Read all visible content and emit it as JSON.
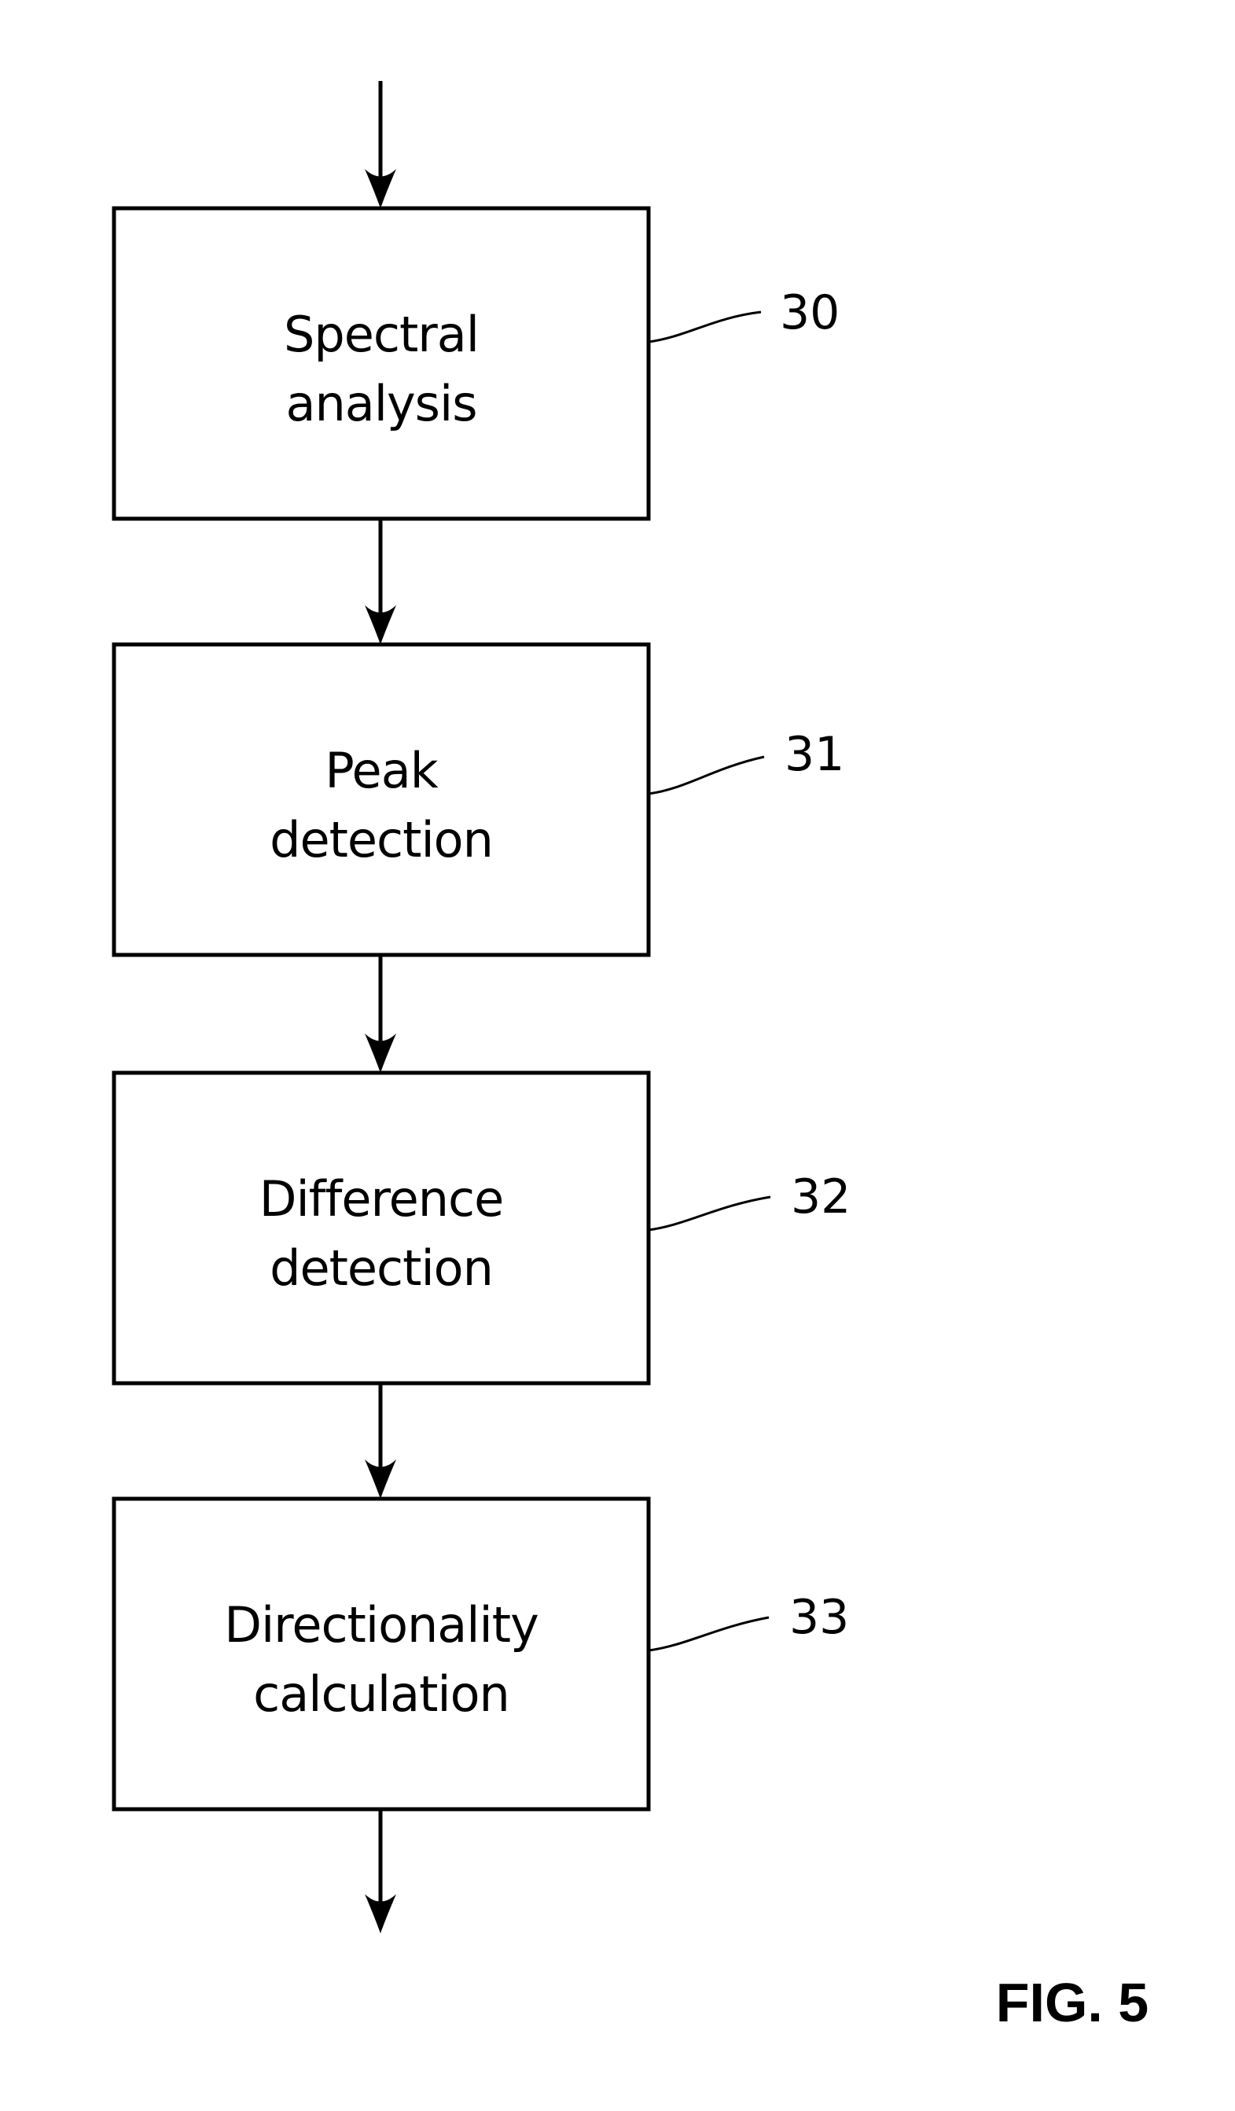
{
  "figure": {
    "caption": "FIG. 5"
  },
  "nodes": [
    {
      "label_line1": "Spectral",
      "label_line2": "analysis",
      "ref": "30"
    },
    {
      "label_line1": "Peak",
      "label_line2": "detection",
      "ref": "31"
    },
    {
      "label_line1": "Difference",
      "label_line2": "detection",
      "ref": "32"
    },
    {
      "label_line1": "Directionality",
      "label_line2": "calculation",
      "ref": "33"
    }
  ],
  "colors": {
    "line": "#000000",
    "background": "#ffffff"
  }
}
